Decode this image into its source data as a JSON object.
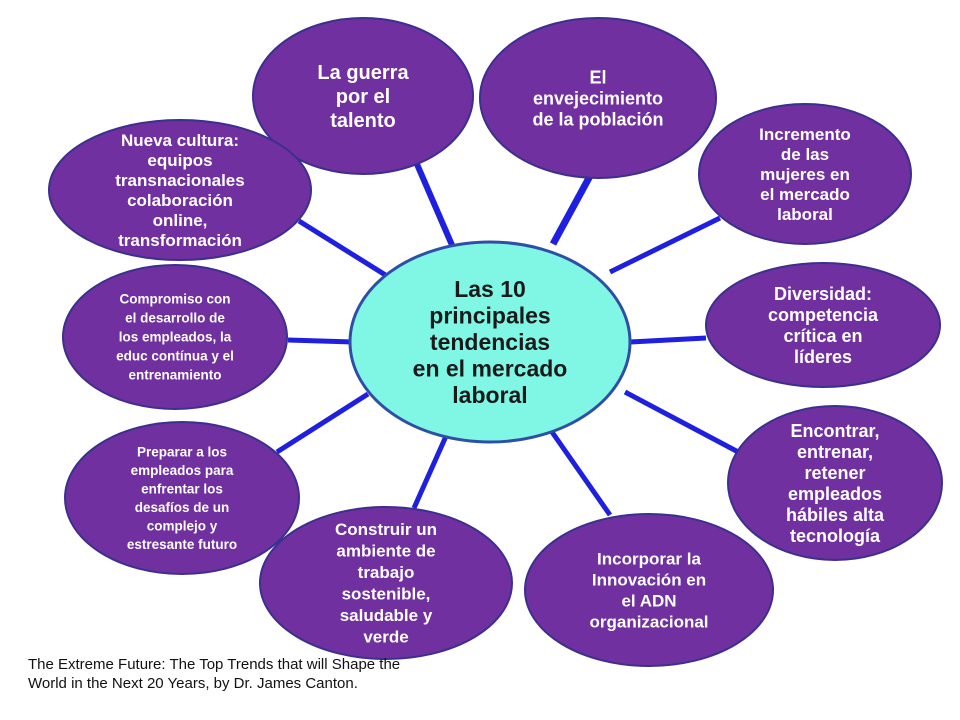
{
  "colors": {
    "node_fill": "#7030a0",
    "node_stroke": "#3b2f8f",
    "center_fill": "#7ff7e4",
    "center_stroke": "#2f4fa6",
    "connector": "#1f1fe0",
    "node_text": "#ffffff",
    "center_text": "#1a1a1a"
  },
  "center": {
    "lines": [
      "Las 10",
      "principales",
      "tendencias",
      "en el mercado",
      "laboral"
    ]
  },
  "nodes": [
    {
      "id": "guerra-talento",
      "lines": [
        "La guerra",
        "por el",
        "talento"
      ]
    },
    {
      "id": "envejecimiento",
      "lines": [
        "El",
        "envejecimiento",
        "de la población"
      ]
    },
    {
      "id": "mujeres",
      "lines": [
        "Incremento",
        "de las",
        "mujeres en",
        "el mercado",
        "laboral"
      ]
    },
    {
      "id": "diversidad",
      "lines": [
        "Diversidad:",
        "competencia",
        "crítica en",
        "líderes"
      ]
    },
    {
      "id": "encontrar",
      "lines": [
        "Encontrar,",
        "entrenar,",
        "retener",
        "empleados",
        "hábiles alta",
        "tecnología"
      ]
    },
    {
      "id": "innovacion",
      "lines": [
        "Incorporar la",
        "Innovación en",
        "el ADN",
        "organizacional"
      ]
    },
    {
      "id": "ambiente",
      "lines": [
        "Construir un",
        "ambiente de",
        "trabajo",
        "sostenible,",
        "saludable y",
        "verde"
      ]
    },
    {
      "id": "preparar",
      "lines": [
        "Preparar a los",
        "empleados para",
        "enfrentar los",
        "desafíos de un",
        "complejo y",
        "estresante futuro"
      ]
    },
    {
      "id": "compromiso",
      "lines": [
        "Compromiso con",
        "el desarrollo de",
        "los empleados, la",
        "educ contínua y el",
        "entrenamiento"
      ]
    },
    {
      "id": "nueva-cultura",
      "lines": [
        "Nueva cultura:",
        "equipos",
        "transnacionales",
        "colaboración",
        "online,",
        "transformación"
      ]
    }
  ],
  "citation": {
    "lines": [
      "The Extreme Future: The Top Trends that will Shape the",
      "World in the Next 20 Years, by Dr. James Canton."
    ]
  }
}
